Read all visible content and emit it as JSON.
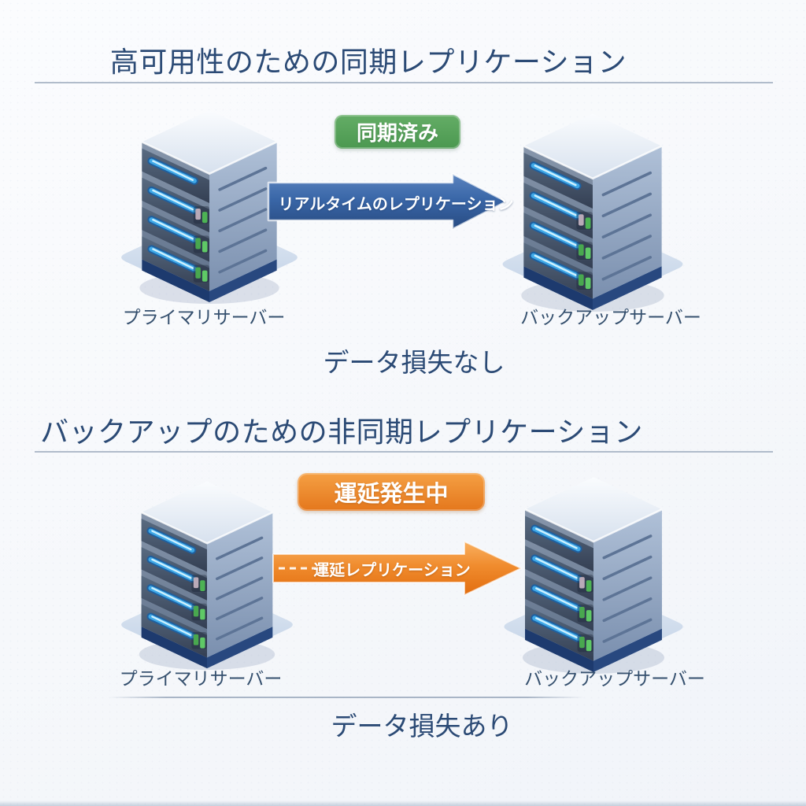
{
  "colors": {
    "background": "#f7f9fc",
    "title": "#2b4a75",
    "label": "#35506e",
    "divider": "#a9b5c5",
    "badge_green_top": "#64ad66",
    "badge_green_bottom": "#4b9850",
    "badge_orange_top": "#f5a044",
    "badge_orange_bottom": "#e4771c",
    "arrow_blue": "#3a67a8",
    "arrow_orange": "#f08c2e",
    "server_light_bar": "#3fa9e8",
    "server_led_green": "#4db354"
  },
  "diagram": {
    "sections": [
      {
        "title": "高可用性のための同期レプリケーション",
        "status_badge": "同期済み",
        "arrow_label": "リアルタイムのレプリケーション",
        "primary_server_label": "プライマリサーバー",
        "backup_server_label": "バックアップサーバー",
        "caption": "データ損失なし"
      },
      {
        "title": "バックアップのための非同期レプリケーション",
        "status_badge": "運延発生中",
        "arrow_label": "運延レプリケーション",
        "primary_server_label": "プライマリサーバー",
        "backup_server_label": "バックアップサーバー",
        "caption": "データ損失あり"
      }
    ]
  }
}
